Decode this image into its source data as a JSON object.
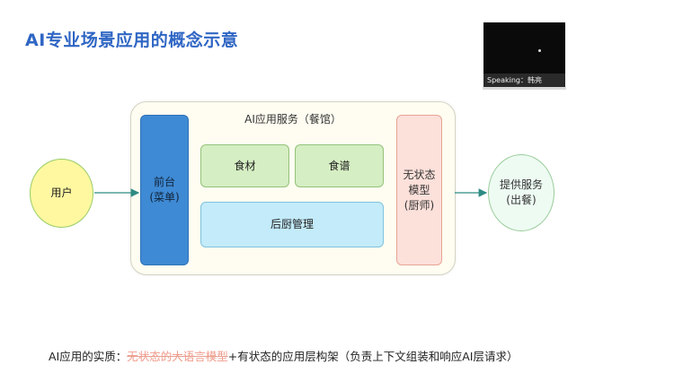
{
  "slide": {
    "title": "AI专业场景应用的概念示意"
  },
  "video_call": {
    "speaker_label": "Speaking：韩亮"
  },
  "diagram": {
    "outer_label": "AI应用服务（餐馆）",
    "user": "用户",
    "front_line1": "前台",
    "front_line2": "(菜单)",
    "ingredients": "食材",
    "recipes": "食谱",
    "kitchen": "后厨管理",
    "model_line1": "无状态",
    "model_line2": "模型",
    "model_line3": "(厨师)",
    "deliver_line1": "提供服务",
    "deliver_line2": "(出餐)"
  },
  "footer": {
    "prefix": "AI应用的实质：",
    "highlight": "无状态的大语言模型",
    "suffix": "+有状态的应用层构架（负责上下文组装和响应AI层请求）"
  },
  "colors": {
    "title": "#2f66c4",
    "front": "#3f8ad4",
    "model": "#fce0da",
    "green_boxes": "#d5eec3",
    "kitchen": "#c3ebfa",
    "user": "#fff8a0",
    "arrows": "#2e8b84"
  }
}
